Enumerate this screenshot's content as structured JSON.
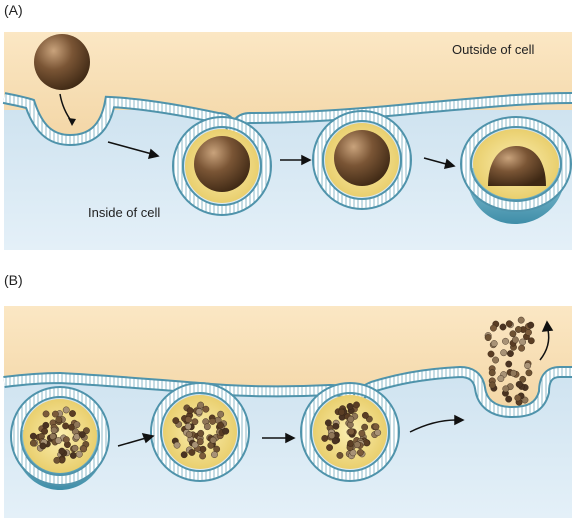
{
  "panels": [
    {
      "id": "A",
      "label": "(A)",
      "outside_label": "Outside of cell",
      "inside_label": "Inside of cell"
    },
    {
      "id": "B",
      "label": "(B)"
    }
  ],
  "colors": {
    "outside": "#f6dfb8",
    "inside": "#d6e8f3",
    "membrane": "#5b9bb3",
    "vesicle_fill": "#f5e08a",
    "particle": "#6b4a2e"
  }
}
